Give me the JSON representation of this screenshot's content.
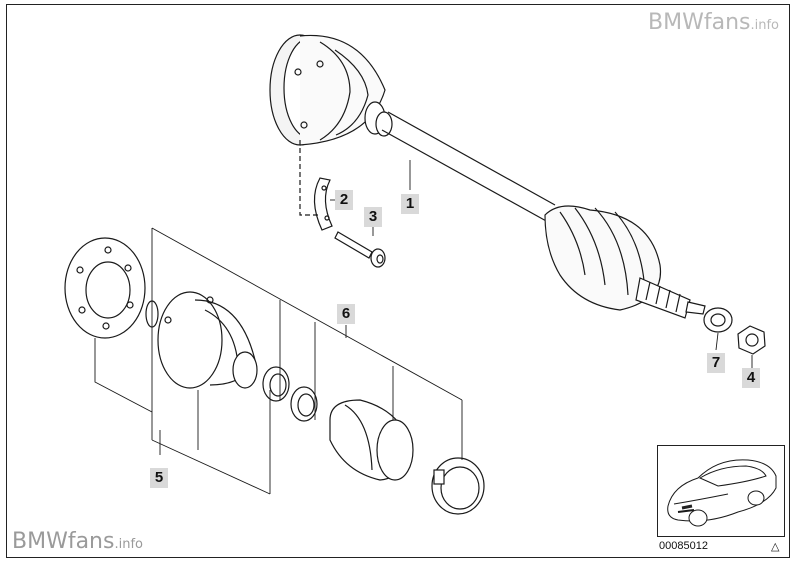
{
  "watermark": {
    "brand_main": "BMWfans",
    "brand_suffix": ".info"
  },
  "callouts": {
    "p1": "1",
    "p2": "2",
    "p3": "3",
    "p4": "4",
    "p5": "5",
    "p6": "6",
    "p7": "7"
  },
  "document_number": "00085012",
  "colors": {
    "line": "#1a1a1a",
    "callout_bg": "#d9d9d9",
    "watermark": "#b8b8b8"
  }
}
